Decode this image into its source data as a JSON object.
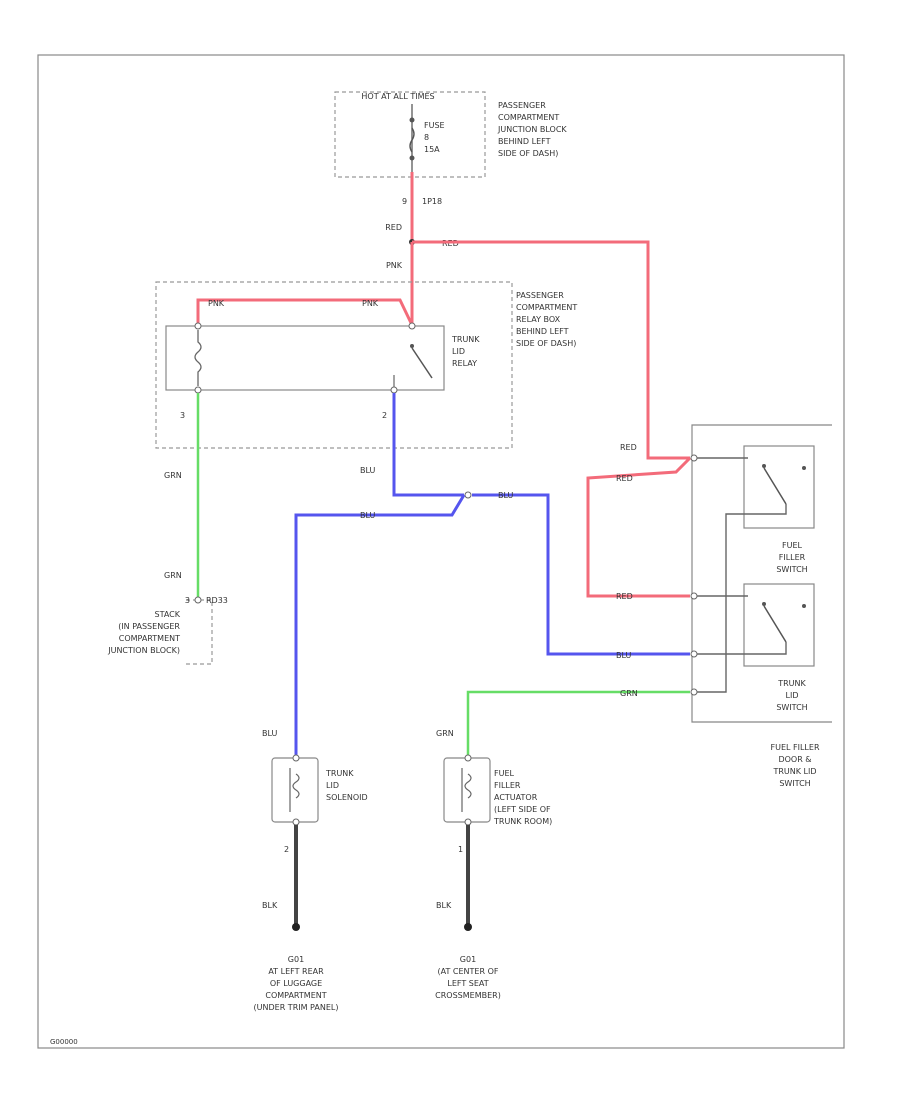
{
  "fuse_block": {
    "hot_label": "HOT AT ALL TIMES",
    "fuse_lines": [
      "FUSE",
      "8",
      "15A"
    ],
    "location": [
      "PASSENGER",
      "COMPARTMENT",
      "JUNCTION BLOCK",
      "BEHIND LEFT",
      "SIDE OF DASH)"
    ],
    "pin_num": "9",
    "conn": "1P18"
  },
  "relay_box": {
    "wire_top": "RED",
    "wire_right": "RED",
    "wire_lower": "PNK",
    "wire_inner_left": "PNK",
    "wire_inner_right": "PNK",
    "relay_label": [
      "TRUNK",
      "LID",
      "RELAY"
    ],
    "location": [
      "PASSENGER",
      "COMPARTMENT",
      "RELAY BOX",
      "BEHIND LEFT",
      "SIDE OF DASH)"
    ],
    "pin_left": "3",
    "pin_right": "2"
  },
  "wires": {
    "grn_left_a": "GRN",
    "grn_left_b": "GRN",
    "blu_relay": "BLU",
    "blu_split_right": "BLU",
    "blu_split_left": "BLU",
    "red_switch_top": "RED",
    "red_switch_mid": "RED",
    "red_switch_low": "RED",
    "blu_switch": "BLU",
    "grn_switch": "GRN",
    "blu_solenoid": "BLU",
    "grn_actuator": "GRN",
    "blk_solenoid": "BLK",
    "blk_actuator": "BLK"
  },
  "stack": {
    "conn": "RD33",
    "pin": "3",
    "lines": [
      "STACK",
      "(IN PASSENGER",
      "COMPARTMENT",
      "JUNCTION BLOCK)"
    ]
  },
  "switches": {
    "fuel_label": [
      "FUEL",
      "FILLER",
      "SWITCH"
    ],
    "trunk_label": [
      "TRUNK",
      "LID",
      "SWITCH"
    ],
    "assembly_label": [
      "FUEL FILLER",
      "DOOR &",
      "TRUNK LID",
      "SWITCH"
    ]
  },
  "solenoid": {
    "label": [
      "TRUNK",
      "LID",
      "SOLENOID"
    ],
    "pin": "2"
  },
  "actuator": {
    "label": [
      "FUEL",
      "FILLER",
      "ACTUATOR",
      "(LEFT SIDE OF",
      "TRUNK ROOM)"
    ],
    "pin": "1"
  },
  "ground_left": {
    "id": "G01",
    "lines": [
      "AT LEFT REAR",
      "OF LUGGAGE",
      "COMPARTMENT",
      "(UNDER TRIM PANEL)"
    ]
  },
  "ground_right": {
    "id": "G01",
    "lines": [
      "(AT CENTER OF",
      "LEFT SEAT",
      "CROSSMEMBER)"
    ]
  },
  "figure_id": "G00000"
}
